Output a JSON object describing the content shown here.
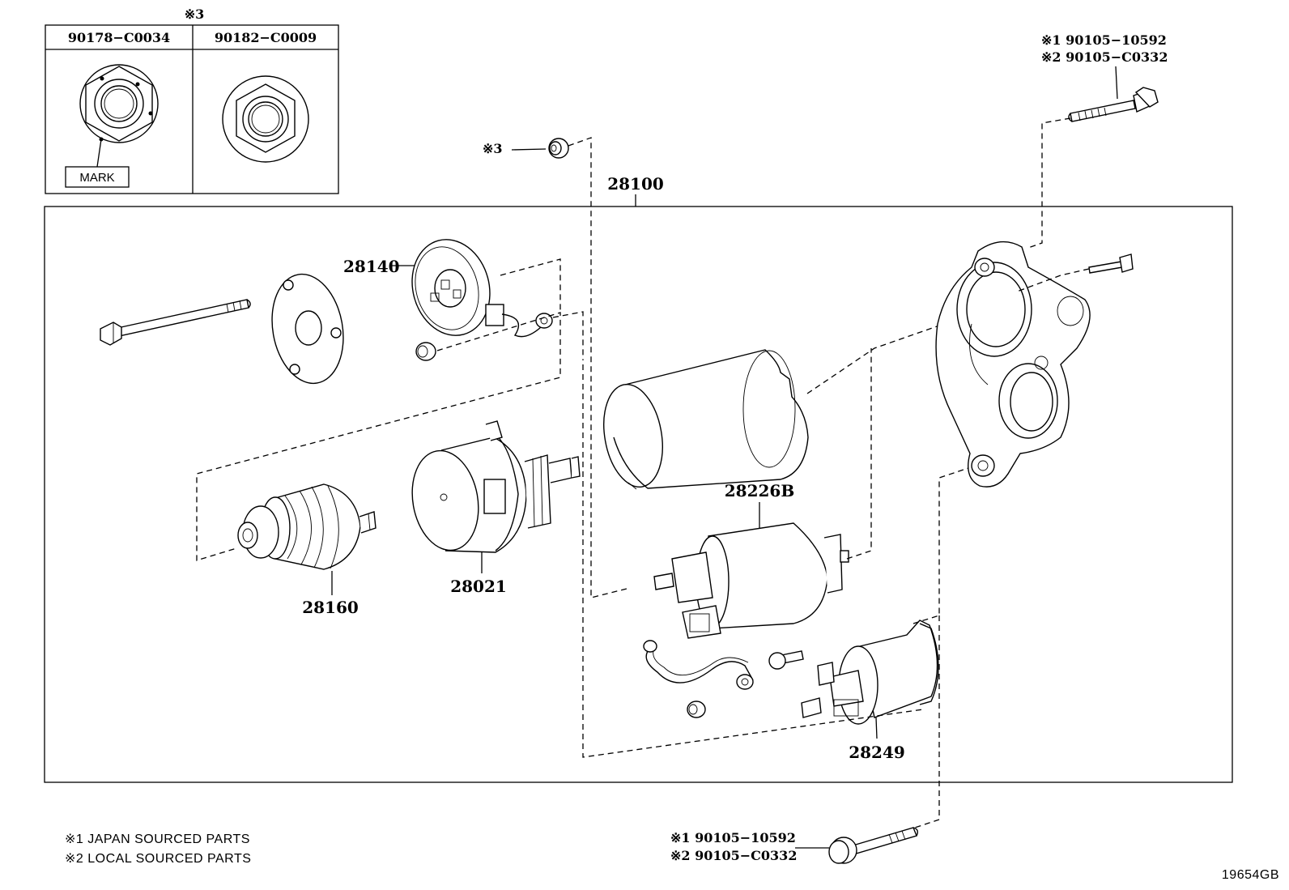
{
  "inset": {
    "note_symbol": "※3",
    "col1_part": "90178−C0034",
    "col2_part": "90182−C0009",
    "mark_label": "MARK"
  },
  "callouts": {
    "top_bolt_line1": "※1 90105−10592",
    "top_bolt_line2": "※2 90105−C0332",
    "nut_symbol": "※3",
    "assembly": "28100",
    "end_frame": "28140",
    "armature": "28160",
    "yoke": "28021",
    "solenoid": "28226B",
    "magnetic_switch": "28249",
    "bottom_bolt_line1": "※1 90105−10592",
    "bottom_bolt_line2": "※2 90105−C0332"
  },
  "footnotes": {
    "note1": "※1 JAPAN SOURCED PARTS",
    "note2": "※2 LOCAL SOURCED PARTS"
  },
  "figure_id": "19654GB"
}
